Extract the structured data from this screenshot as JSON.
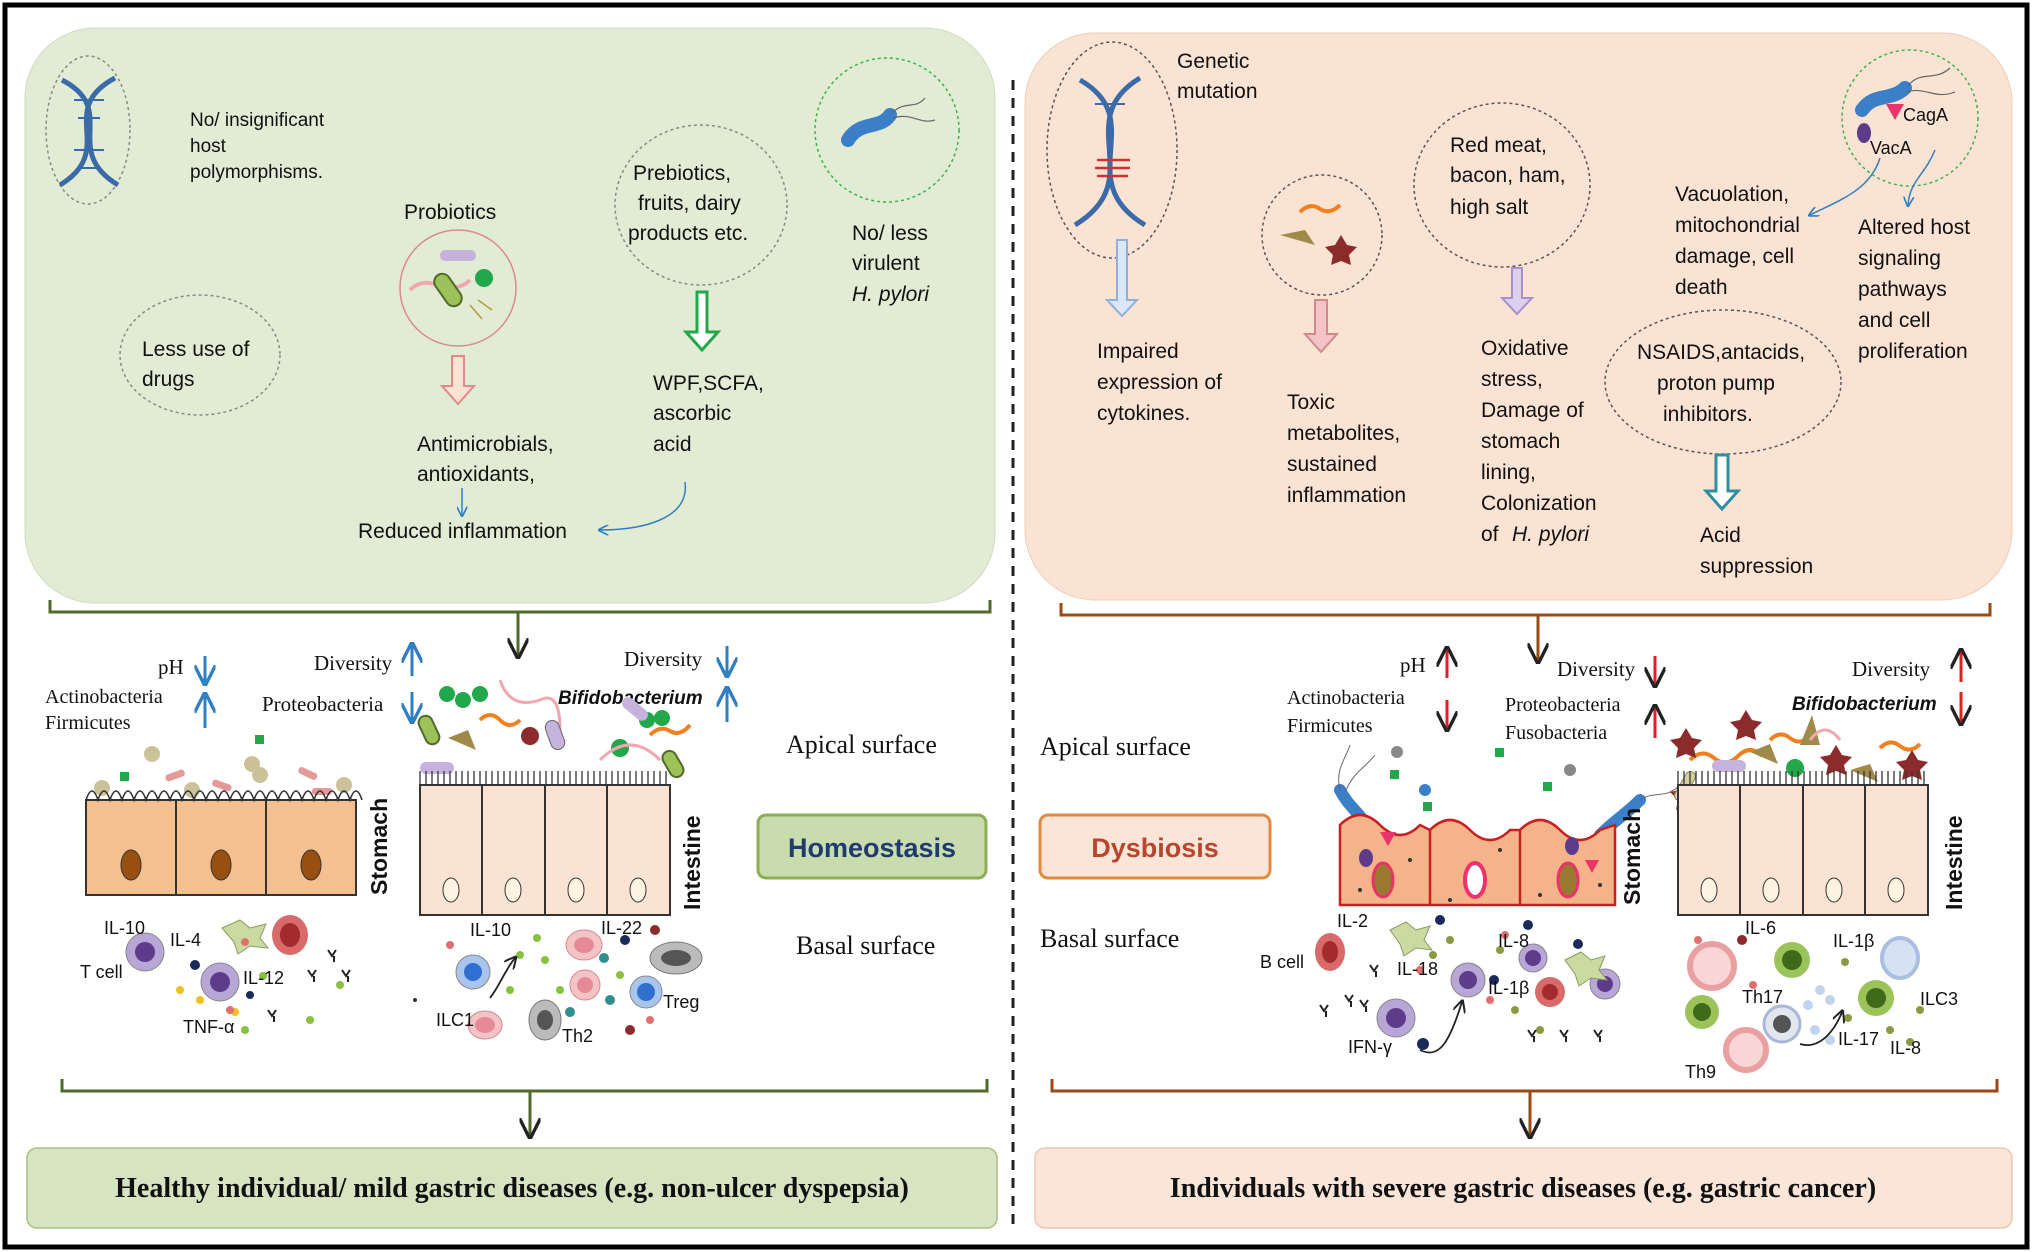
{
  "colors": {
    "green_panel": "#e2ecd4",
    "peach_panel": "#fbe3d4",
    "green_box_fill": "#c9dcae",
    "green_box_border": "#8cae52",
    "peach_box_fill": "#fbe5d9",
    "peach_box_border": "#e08a3e",
    "homeostasis_text": "#1f3b6e",
    "dysbiosis_text": "#b5472e",
    "cell_fill": "#f4c08f",
    "intestine_fill": "#fbe3d3",
    "inflamed_fill": "#f5b38a",
    "brace_green": "#4f6a2a",
    "brace_brown": "#9a4a12",
    "arrow_blue": "#2f7fc3",
    "arrow_red": "#e02020"
  },
  "left": {
    "dna_note": [
      "No/ insignificant",
      "host",
      "polymorphisms."
    ],
    "drugs": [
      "Less use of",
      "drugs"
    ],
    "probiotics_title": "Probiotics",
    "prebiotics": [
      "Prebiotics,",
      "fruits, dairy",
      "products etc."
    ],
    "hpylori": [
      "No/ less",
      "virulent"
    ],
    "hpylori_italic": "H. pylori",
    "antimicrobials": [
      "Antimicrobials,",
      "antioxidants,"
    ],
    "wpf": [
      "WPF,SCFA,",
      "ascorbic",
      "acid"
    ],
    "reduced": "Reduced inflammation",
    "ph": "pH",
    "actino": "Actinobacteria",
    "firmi": "Firmicutes",
    "diversity_s": "Diversity",
    "proteo_s": "Proteobacteria",
    "diversity_i": "Diversity",
    "bifido": "Bifidobacterium",
    "stomach": "Stomach",
    "intestine": "Intestine",
    "cytokines": {
      "il10": "IL-10",
      "il4": "IL-4",
      "tcell": "T cell",
      "il12": "IL-12",
      "tnf": "TNF-α",
      "il10b": "IL-10",
      "il22": "IL-22",
      "ilc1": "ILC1",
      "th2": "Th2",
      "treg": "Treg"
    },
    "outcome": "Healthy individual/ mild gastric diseases (e.g. non-ulcer dyspepsia)"
  },
  "center": {
    "apical_left": "Apical surface",
    "basal_left": "Basal surface",
    "homeostasis": "Homeostasis",
    "apical_right": "Apical surface",
    "basal_right": "Basal surface",
    "dysbiosis": "Dysbiosis"
  },
  "right": {
    "genetic": [
      "Genetic",
      "mutation"
    ],
    "impaired": [
      "Impaired",
      "expression of",
      "cytokines."
    ],
    "toxic": [
      "Toxic",
      "metabolites,",
      "sustained",
      "inflammation"
    ],
    "meat": [
      "Red meat,",
      "bacon, ham,",
      "high salt"
    ],
    "oxidative": [
      "Oxidative",
      "stress,",
      "Damage of",
      "stomach",
      "lining,",
      "Colonization"
    ],
    "oxidative_of": "of",
    "oxidative_italic": "H. pylori",
    "caga": "CagA",
    "vaca": "VacA",
    "vacuolation": [
      "Vacuolation,",
      "mitochondrial",
      "damage, cell",
      "death"
    ],
    "altered": [
      "Altered host",
      "signaling",
      "pathways",
      "and cell",
      "proliferation"
    ],
    "nsaids": [
      "NSAIDS,antacids,",
      "proton pump",
      "inhibitors."
    ],
    "acid": [
      "Acid",
      "suppression"
    ],
    "ph": "pH",
    "actino": "Actinobacteria",
    "firmi": "Firmicutes",
    "diversity_s": "Diversity",
    "proteo": "Proteobacteria",
    "fuso": "Fusobacteria",
    "diversity_i": "Diversity",
    "bifido": "Bifidobacterium",
    "stomach": "Stomach",
    "intestine": "Intestine",
    "cytokines": {
      "il2": "IL-2",
      "bcell": "B cell",
      "il18": "IL-18",
      "il8": "IL-8",
      "il1b": "IL-1β",
      "ifn": "IFN-γ",
      "il6": "IL-6",
      "il1b2": "IL-1β",
      "th17": "Th17",
      "ilc3": "ILC3",
      "il17": "IL-17",
      "il8b": "IL-8",
      "th9": "Th9"
    },
    "outcome": "Individuals with severe gastric diseases (e.g. gastric cancer)"
  }
}
